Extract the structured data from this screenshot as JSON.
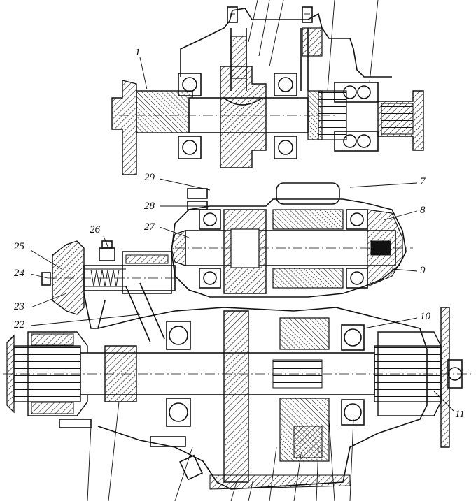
{
  "callouts": {
    "c1": "1",
    "c7": "7",
    "c8": "8",
    "c9": "9",
    "c10": "10",
    "c11": "11",
    "c22": "22",
    "c23": "23",
    "c24": "24",
    "c25": "25",
    "c26": "26",
    "c27": "27",
    "c28": "28",
    "c29": "29"
  }
}
